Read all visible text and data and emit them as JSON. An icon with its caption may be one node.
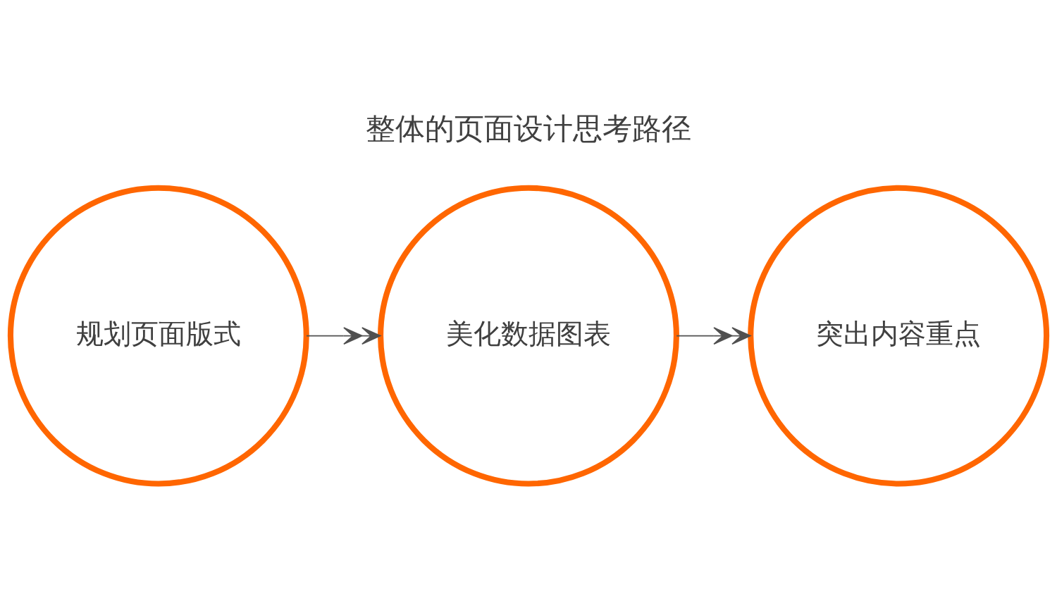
{
  "diagram": {
    "title": "整体的页面设计思考路径",
    "nodes": [
      {
        "text": [
          "规划页面版式"
        ]
      },
      {
        "text": [
          "美化数据图表"
        ]
      },
      {
        "text": [
          "突出内容重点"
        ]
      }
    ],
    "edges": [
      {
        "from": 0,
        "to": 1,
        "arrow": "to"
      },
      {
        "from": 1,
        "to": 2,
        "arrow": "to"
      }
    ]
  }
}
